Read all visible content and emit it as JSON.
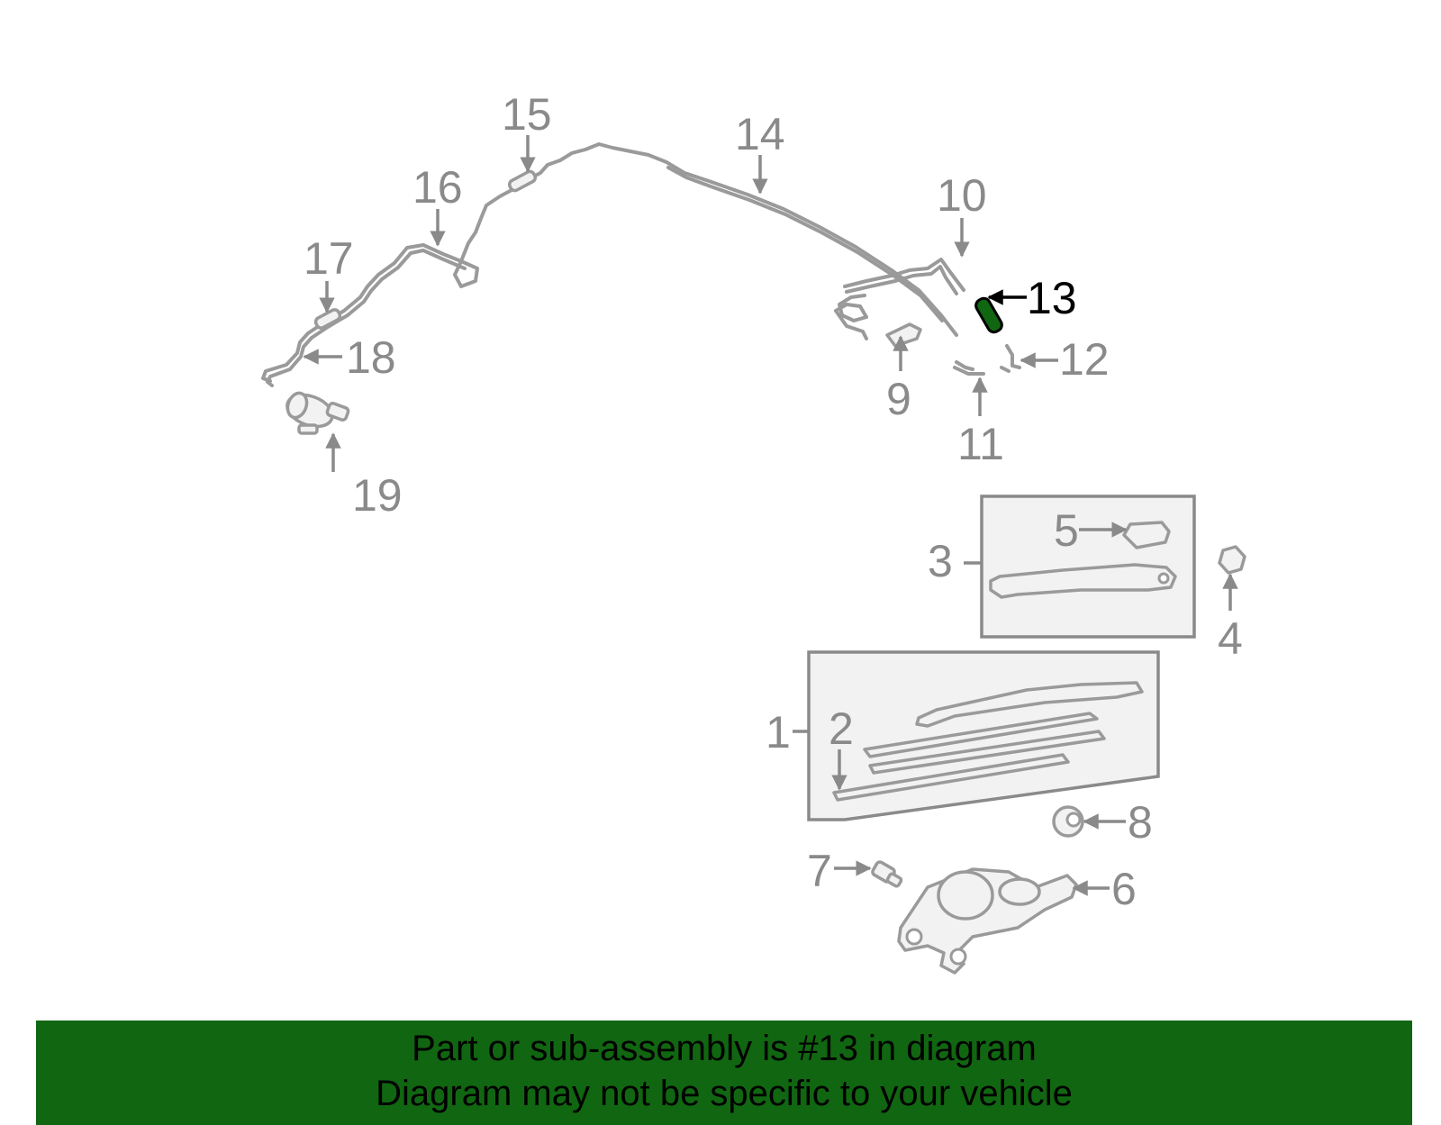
{
  "callouts": {
    "c1": "1",
    "c2": "2",
    "c3": "3",
    "c4": "4",
    "c5": "5",
    "c6": "6",
    "c7": "7",
    "c8": "8",
    "c9": "9",
    "c10": "10",
    "c11": "11",
    "c12": "12",
    "c13": "13",
    "c14": "14",
    "c15": "15",
    "c16": "16",
    "c17": "17",
    "c18": "18",
    "c19": "19"
  },
  "highlight": {
    "part": "13",
    "color": "#116611"
  },
  "banner": {
    "line1": "Part or sub-assembly is #13 in diagram",
    "line2": "Diagram may not be specific to your vehicle",
    "background": "#116611"
  },
  "colors": {
    "part_stroke": "#9a9a9a",
    "label": "#8a8a8a",
    "highlight_label": "#000000"
  }
}
